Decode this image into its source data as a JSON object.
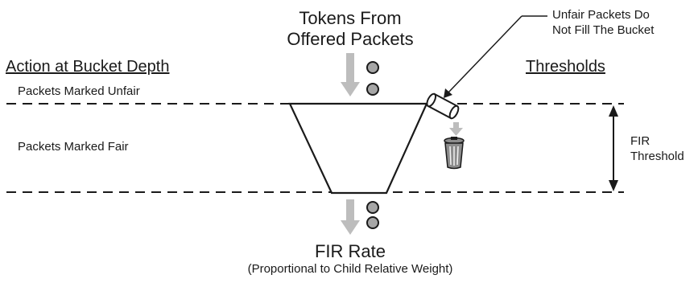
{
  "top_label": {
    "line1": "Tokens From",
    "line2": "Offered Packets"
  },
  "callout": {
    "line1": "Unfair Packets Do",
    "line2": "Not Fill The Bucket"
  },
  "left_header": "Action at Bucket Depth",
  "right_header": "Thresholds",
  "zones": {
    "unfair": "Packets Marked Unfair",
    "fair": "Packets Marked Fair"
  },
  "threshold": {
    "line1": "FIR",
    "line2": "Threshold"
  },
  "bottom_label": {
    "title": "FIR Rate",
    "subtitle": "(Proportional to Child Relative Weight)"
  },
  "colors": {
    "line": "#1a1a1a",
    "arrow_gray": "#bdbdbd",
    "token_fill": "#a6a6a6",
    "can_fill": "#8c8c8c"
  },
  "icons": [
    "token-circle-icon",
    "gray-down-arrow-icon",
    "tilted-cylinder-icon",
    "trash-can-icon",
    "double-arrow-icon"
  ]
}
